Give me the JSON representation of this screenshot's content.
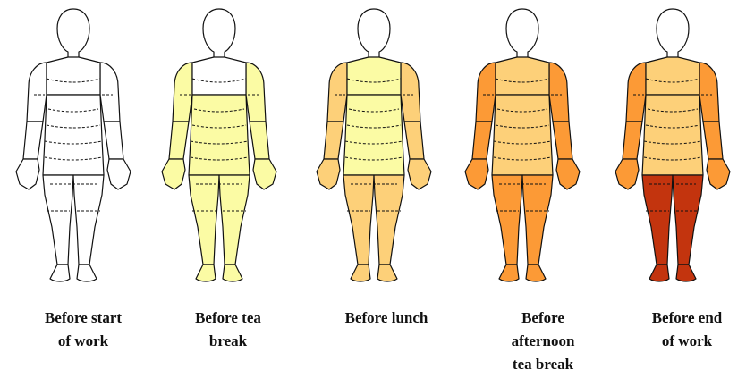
{
  "colors": {
    "none": "#ffffff",
    "light_yellow": "#fbfba4",
    "light_orange": "#fdd079",
    "orange": "#fc9a36",
    "dark_red": "#c3340e",
    "outline": "#111111"
  },
  "figures": [
    {
      "caption": "Before start\nof work",
      "regions": {
        "head": "none",
        "upper_arms": "none",
        "chest": "none",
        "abdomen": "none",
        "forearms": "none",
        "hands": "none",
        "legs": "none",
        "feet": "none"
      }
    },
    {
      "caption": "Before tea\nbreak",
      "regions": {
        "head": "none",
        "upper_arms": "light_yellow",
        "chest": "none",
        "abdomen": "light_yellow",
        "forearms": "light_yellow",
        "hands": "light_yellow",
        "legs": "light_yellow",
        "feet": "light_yellow"
      }
    },
    {
      "caption": "Before lunch",
      "regions": {
        "head": "none",
        "upper_arms": "light_orange",
        "chest": "light_yellow",
        "abdomen": "light_yellow",
        "forearms": "light_orange",
        "hands": "light_orange",
        "legs": "light_orange",
        "feet": "light_orange"
      }
    },
    {
      "caption": "Before\nafternoon\ntea break",
      "regions": {
        "head": "none",
        "upper_arms": "orange",
        "chest": "light_orange",
        "abdomen": "light_orange",
        "forearms": "orange",
        "hands": "orange",
        "legs": "orange",
        "feet": "orange"
      }
    },
    {
      "caption": "Before end\nof work",
      "regions": {
        "head": "none",
        "upper_arms": "orange",
        "chest": "light_orange",
        "abdomen": "light_orange",
        "forearms": "orange",
        "hands": "orange",
        "legs": "dark_red",
        "feet": "dark_red"
      }
    }
  ]
}
